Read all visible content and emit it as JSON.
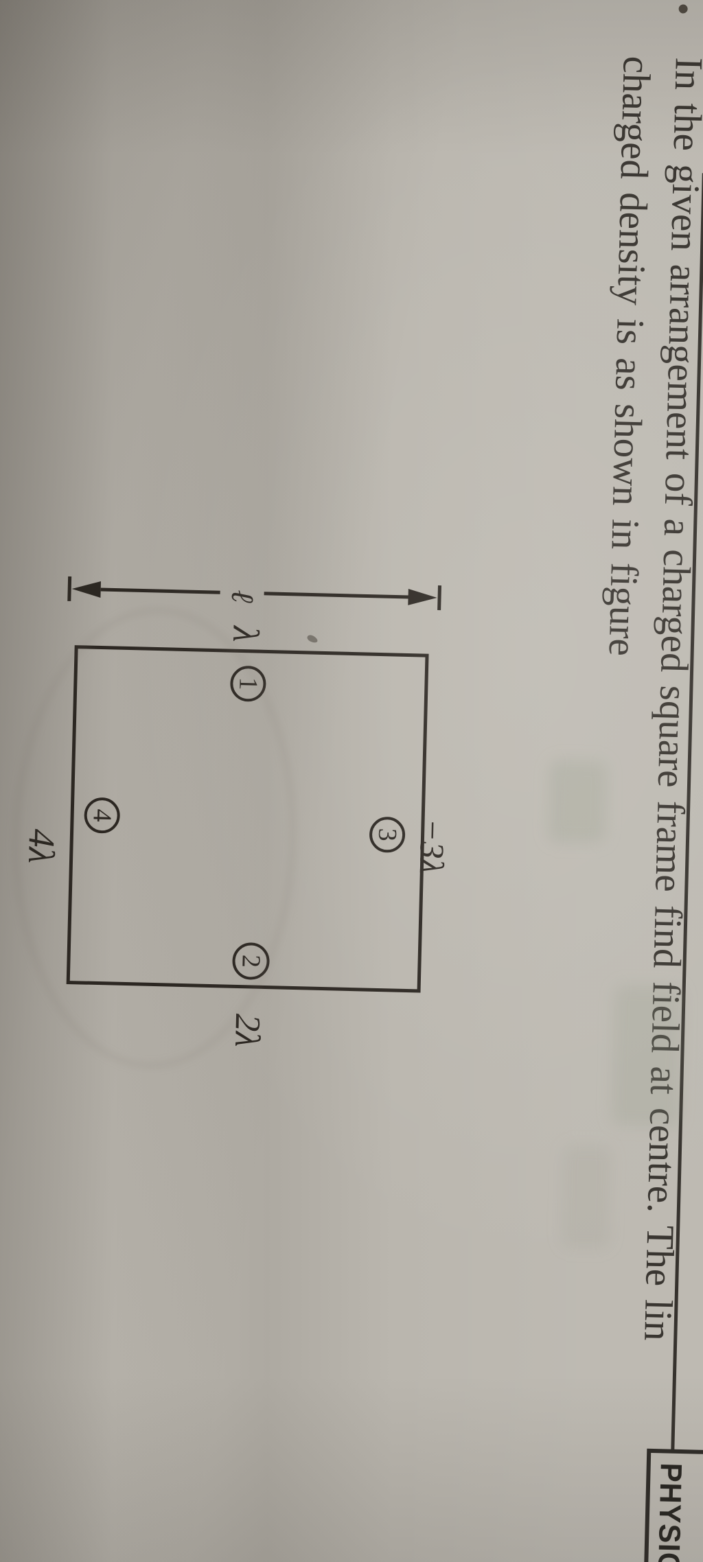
{
  "header": {
    "subject_label": "PHYSIC"
  },
  "question": {
    "line1": "In the given arrangement of a charged square frame find field at centre. The lin",
    "line2": "charged density is as shown in figure"
  },
  "figure": {
    "length_label": "ℓ",
    "left": {
      "number": "1",
      "charge": "λ"
    },
    "right": {
      "number": "2",
      "charge": "2λ"
    },
    "top": {
      "number": "3",
      "charge": "−3λ"
    },
    "bottom": {
      "number": "4",
      "charge": "4λ"
    }
  },
  "colors": {
    "paper": "#bab6ae",
    "ink": "#2b2621",
    "text": "#2e2a25"
  }
}
